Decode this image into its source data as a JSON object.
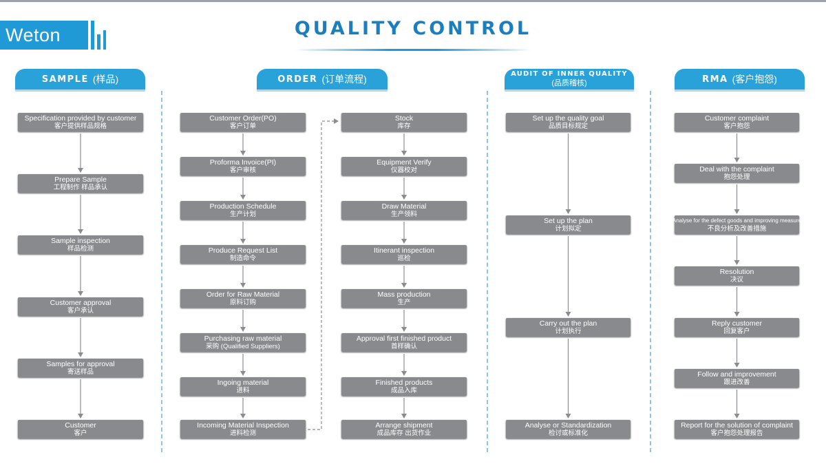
{
  "brand": {
    "name": "Weton"
  },
  "title": "QUALITY CONTROL",
  "sections": {
    "sample": {
      "title_en": "SAMPLE",
      "title_cn": "(样品)"
    },
    "order": {
      "title_en": "ORDER",
      "title_cn": "(订单流程)"
    },
    "audit": {
      "title_en": "AUDIT OF INNER QUALITY",
      "title_cn": "(品质稽核)"
    },
    "rma": {
      "title_en": "RMA",
      "title_cn": "(客户抱怨)"
    }
  },
  "sample_steps": [
    {
      "en": "Specification provided by customer",
      "cn": "客户提供样品规格"
    },
    {
      "en": "Prepare Sample",
      "cn": "工程制作 样品承认"
    },
    {
      "en": "Sample inspection",
      "cn": "样品检测"
    },
    {
      "en": "Customer approval",
      "cn": "客户承认"
    },
    {
      "en": "Samples for approval",
      "cn": "寄送样品"
    },
    {
      "en": "Customer",
      "cn": "客户"
    }
  ],
  "order_steps_a": [
    {
      "en": "Customer Order(PO)",
      "cn": "客户订单"
    },
    {
      "en": "Proforma Invoice(PI)",
      "cn": "客户审核"
    },
    {
      "en": "Production Schedule",
      "cn": "生产计划"
    },
    {
      "en": "Produce Request List",
      "cn": "制造命令"
    },
    {
      "en": "Order for Raw Material",
      "cn": "原料订购"
    },
    {
      "en": "Purchasing raw material",
      "cn": "采购 (Qualified Suppliers)"
    },
    {
      "en": "Ingoing material",
      "cn": "进料"
    },
    {
      "en": "Incoming Material Inspection",
      "cn": "进料检测"
    }
  ],
  "order_steps_b": [
    {
      "en": "Stock",
      "cn": "库存"
    },
    {
      "en": "Equipment Verify",
      "cn": "仪器校对"
    },
    {
      "en": "Draw Material",
      "cn": "生产领料"
    },
    {
      "en": "Itinerant inspection",
      "cn": "巡检"
    },
    {
      "en": "Mass production",
      "cn": "生产"
    },
    {
      "en": "Approval first finished product",
      "cn": "首样确认"
    },
    {
      "en": "Finished products",
      "cn": "成品入库"
    },
    {
      "en": "Arrange shipment",
      "cn": "成品库存 出货作业"
    }
  ],
  "audit_steps": [
    {
      "en": "Set up the quality goal",
      "cn": "品质目标规定"
    },
    {
      "en": "Set up the plan",
      "cn": "计划拟定"
    },
    {
      "en": "Carry out the plan",
      "cn": "计划执行"
    },
    {
      "en": "Analyse or Standardization",
      "cn": "检讨或标准化"
    }
  ],
  "rma_steps": [
    {
      "en": "Customer complaint",
      "cn": "客户抱怨"
    },
    {
      "en": "Deal with the complaint",
      "cn": "抱怨处理"
    },
    {
      "en": "Analyse for the defect goods and improving measure",
      "cn": "不良分析及改善措施"
    },
    {
      "en": "Resolution",
      "cn": "决议"
    },
    {
      "en": "Reply customer",
      "cn": "回复客户"
    },
    {
      "en": "Follow and improvement",
      "cn": "跟进改善"
    },
    {
      "en": "Report for the solution of complaint",
      "cn": "客户抱怨处理报告"
    }
  ],
  "colors": {
    "accent": "#28a2d9",
    "title": "#1b7fbf",
    "box": "#888a8e",
    "arrow": "#8a8c90",
    "divider": "#8fc4e4"
  }
}
